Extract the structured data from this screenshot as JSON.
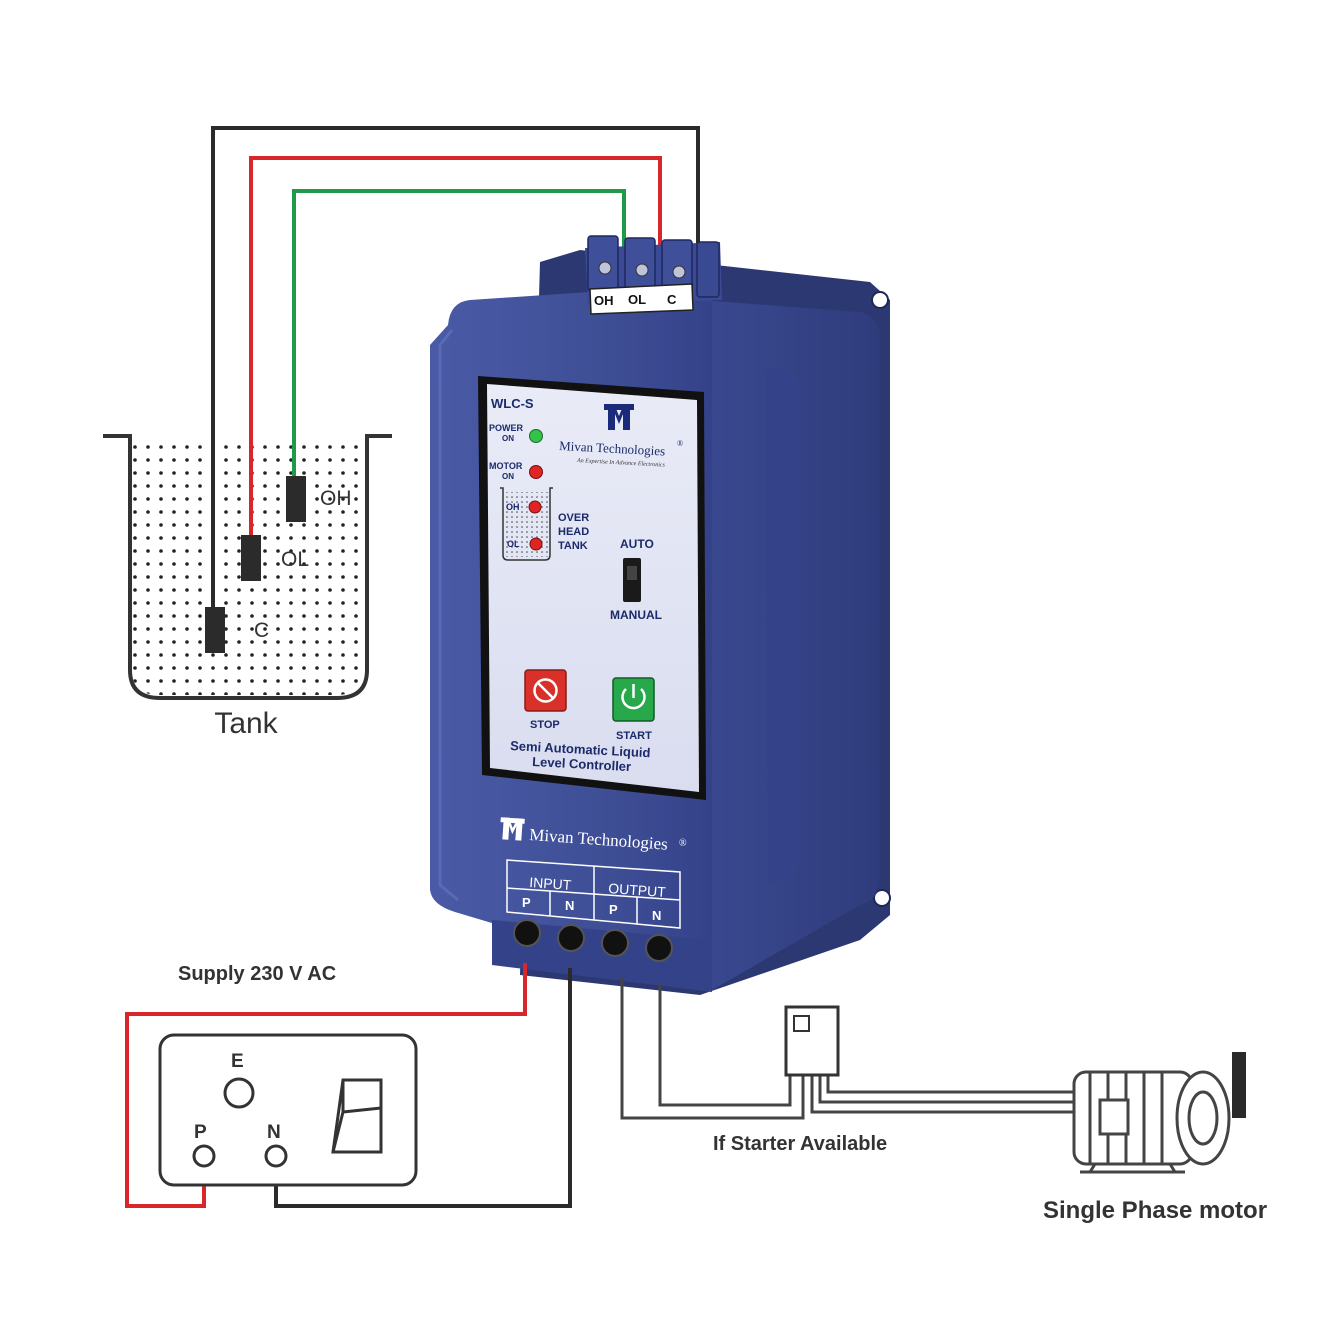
{
  "terminals_top": {
    "oh": "OH",
    "ol": "OL",
    "c": "C"
  },
  "tank": {
    "label": "Tank",
    "probe_oh": "OH",
    "probe_ol": "OL",
    "probe_c": "C"
  },
  "panel": {
    "model": "WLC-S",
    "power_on_line1": "POWER",
    "power_on_line2": "ON",
    "motor_on_line1": "MOTOR",
    "motor_on_line2": "ON",
    "oh": "OH",
    "ol": "OL",
    "overhead_line1": "OVER",
    "overhead_line2": "HEAD",
    "overhead_line3": "TANK",
    "auto": "AUTO",
    "manual": "MANUAL",
    "stop": "STOP",
    "start": "START",
    "title_line1": "Semi Automatic Liquid",
    "title_line2": "Level Controller",
    "brand": "Mivan Technologies",
    "tagline": "An Expertise In Advance Electronics",
    "reg": "®"
  },
  "body_brand": "Mivan Technologies",
  "body_brand_reg": "®",
  "io": {
    "input": "INPUT",
    "output": "OUTPUT",
    "p1": "P",
    "n1": "N",
    "p2": "P",
    "n2": "N"
  },
  "supply_label": "Supply 230 V AC",
  "socket": {
    "e": "E",
    "p": "P",
    "n": "N"
  },
  "starter_label": "If Starter Available",
  "motor_label": "Single Phase motor",
  "colors": {
    "housing": "#3f4f96",
    "housing_dark": "#2e3b78",
    "wire_red": "#d8262a",
    "wire_green": "#1f9a4b",
    "wire_black": "#2a2a2a",
    "led_green": "#34c24a",
    "led_red": "#e02424",
    "stop_button": "#d9302a",
    "start_button": "#27a84a"
  }
}
